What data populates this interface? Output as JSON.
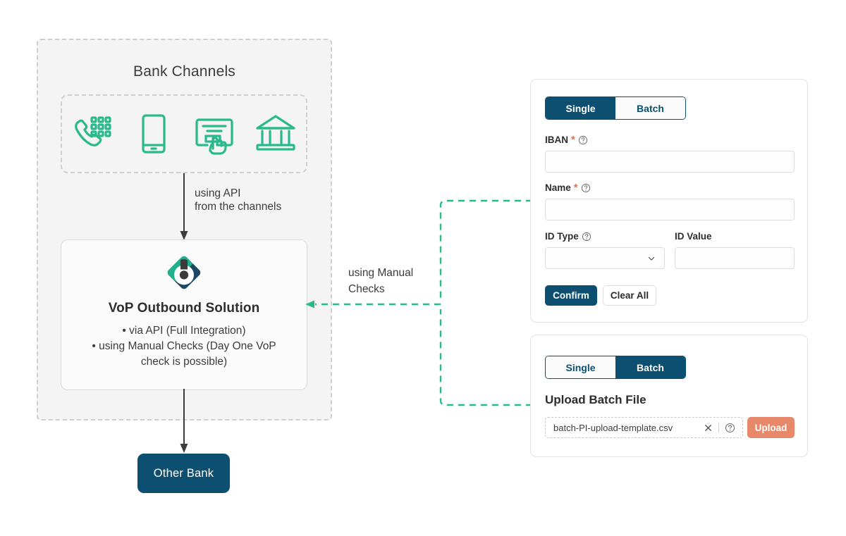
{
  "diagram": {
    "group_title": "Bank Channels",
    "channels": [
      {
        "name": "phone-banking",
        "icon": "phone-keypad-icon"
      },
      {
        "name": "mobile-banking",
        "icon": "mobile-phone-icon"
      },
      {
        "name": "online-banking",
        "icon": "screen-click-icon"
      },
      {
        "name": "branch-banking",
        "icon": "bank-building-icon"
      }
    ],
    "api_connector_label": "using API\nfrom the channels",
    "api_connector_line1": "using API",
    "api_connector_line2": "from the channels",
    "manual_connector_line1": "using Manual",
    "manual_connector_line2": "Checks",
    "solution": {
      "logo": "vop-diamond-logo",
      "title": "VoP Outbound Solution",
      "bullets": [
        "via API (Full Integration)",
        "using Manual Checks (Day One VoP check is possible)"
      ],
      "bullet_lines": [
        "•  via API (Full Integration)",
        "•  using Manual Checks (Day One VoP",
        "check is possible)"
      ]
    },
    "other_bank_label": "Other Bank"
  },
  "single_panel": {
    "tabs": [
      {
        "label": "Single",
        "active": true
      },
      {
        "label": "Batch",
        "active": false
      }
    ],
    "fields": {
      "iban": {
        "label": "IBAN",
        "required": true,
        "has_help": true,
        "value": "",
        "placeholder": ""
      },
      "name": {
        "label": "Name",
        "required": true,
        "has_help": true,
        "value": "",
        "placeholder": ""
      },
      "id_type": {
        "label": "ID Type",
        "required": false,
        "has_help": true,
        "value": "",
        "placeholder": ""
      },
      "id_value": {
        "label": "ID Value",
        "required": false,
        "has_help": false,
        "value": "",
        "placeholder": ""
      }
    },
    "confirm_label": "Confirm",
    "clear_label": "Clear All"
  },
  "batch_panel": {
    "tabs": [
      {
        "label": "Single",
        "active": false
      },
      {
        "label": "Batch",
        "active": true
      }
    ],
    "title": "Upload Batch File",
    "file_name": "batch-PI-upload-template.csv",
    "upload_label": "Upload"
  },
  "colors": {
    "brand_navy": "#0d4f70",
    "brand_teal": "#2ab98a",
    "accent_orange": "#e8886a",
    "required_star": "#e8714a",
    "panel_bg": "#f4f4f4"
  }
}
